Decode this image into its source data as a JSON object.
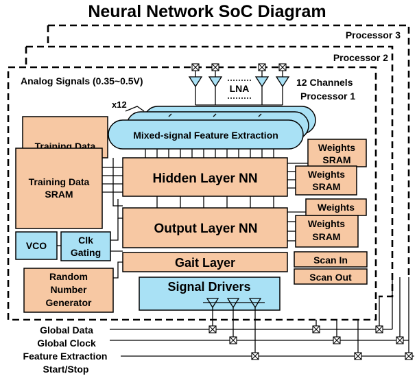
{
  "title": "Neural Network SoC Diagram",
  "processors": {
    "p3": "Processor 3",
    "p2": "Processor 2",
    "p1": "Processor 1"
  },
  "analog_signals": "Analog Signals (0.35~0.5V)",
  "channels": "12 Channels",
  "lna": "LNA",
  "x12": "x12",
  "feature_extraction": "Mixed-signal Feature Extraction",
  "training_data_back": "Training Data",
  "training_data_line1": "Training Data",
  "training_data_line2": "SRAM",
  "hidden_layer": "Hidden Layer  NN",
  "output_layer": "Output Layer  NN",
  "gait_layer": "Gait Layer",
  "weights_back": "Weights",
  "weights_line1": "Weights",
  "weights_line2": "SRAM",
  "vco": "VCO",
  "clk_line1": "Clk",
  "clk_line2": "Gating",
  "rng_line1": "Random",
  "rng_line2": "Number",
  "rng_line3": "Generator",
  "signal_drivers": "Signal Drivers",
  "scan_in": "Scan In",
  "scan_out": "Scan Out",
  "global_data": "Global Data",
  "global_clock": "Global Clock",
  "feature_start_line1": "Feature Extraction",
  "feature_start_line2": "Start/Stop",
  "colors": {
    "block": "#F7C8A3",
    "cyan": "#A9E1F5",
    "stroke": "#000000"
  },
  "icons": [
    "switch-box-icon",
    "buffer-triangle-icon"
  ]
}
